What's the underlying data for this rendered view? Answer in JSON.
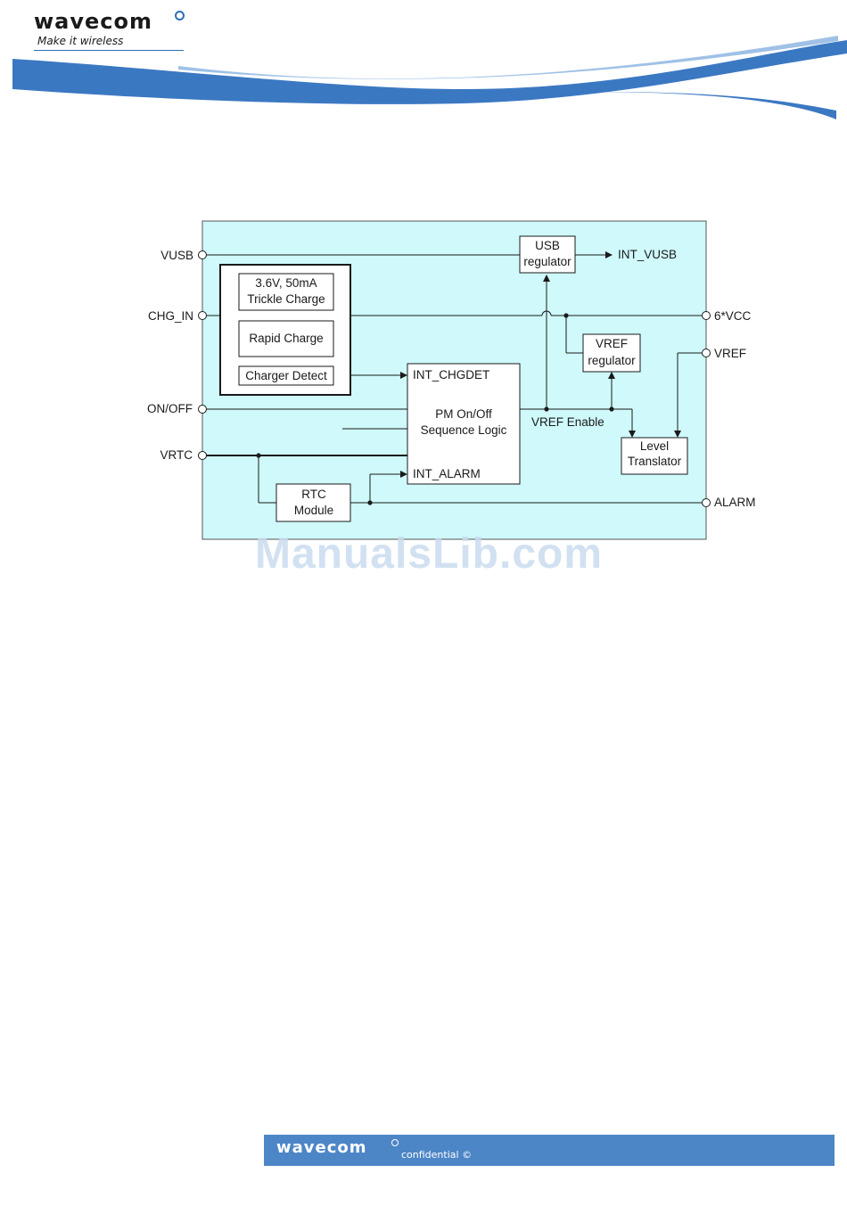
{
  "header": {
    "brand": "wavecom",
    "tagline": "Make it wireless"
  },
  "diagram": {
    "blocks": {
      "usb_regulator": [
        "USB",
        "regulator"
      ],
      "trickle_charge": [
        "3.6V, 50mA",
        "Trickle Charge"
      ],
      "rapid_charge": "Rapid Charge",
      "charger_detect": "Charger Detect",
      "pm_logic": [
        "PM On/Off",
        "Sequence Logic"
      ],
      "vref_regulator": [
        "VREF",
        "regulator"
      ],
      "level_translator": [
        "Level",
        "Translator"
      ],
      "rtc_module": [
        "RTC",
        "Module"
      ]
    },
    "pins": {
      "vusb": "VUSB",
      "chg_in": "CHG_IN",
      "on_off": "ON/OFF",
      "vrtc": "VRTC",
      "six_vcc": "6*VCC",
      "vref": "VREF",
      "alarm": "ALARM"
    },
    "signals": {
      "int_vusb": "INT_VUSB",
      "int_chgdet": "INT_CHGDET",
      "int_alarm": "INT_ALARM",
      "vref_enable": "VREF Enable"
    },
    "colors": {
      "background": "#cff9fb",
      "line": "#1a1a1a",
      "block_fill": "#ffffff"
    }
  },
  "watermark": "ManualsLib.com",
  "footer": {
    "brand": "wavecom",
    "note": "confidential ©"
  }
}
